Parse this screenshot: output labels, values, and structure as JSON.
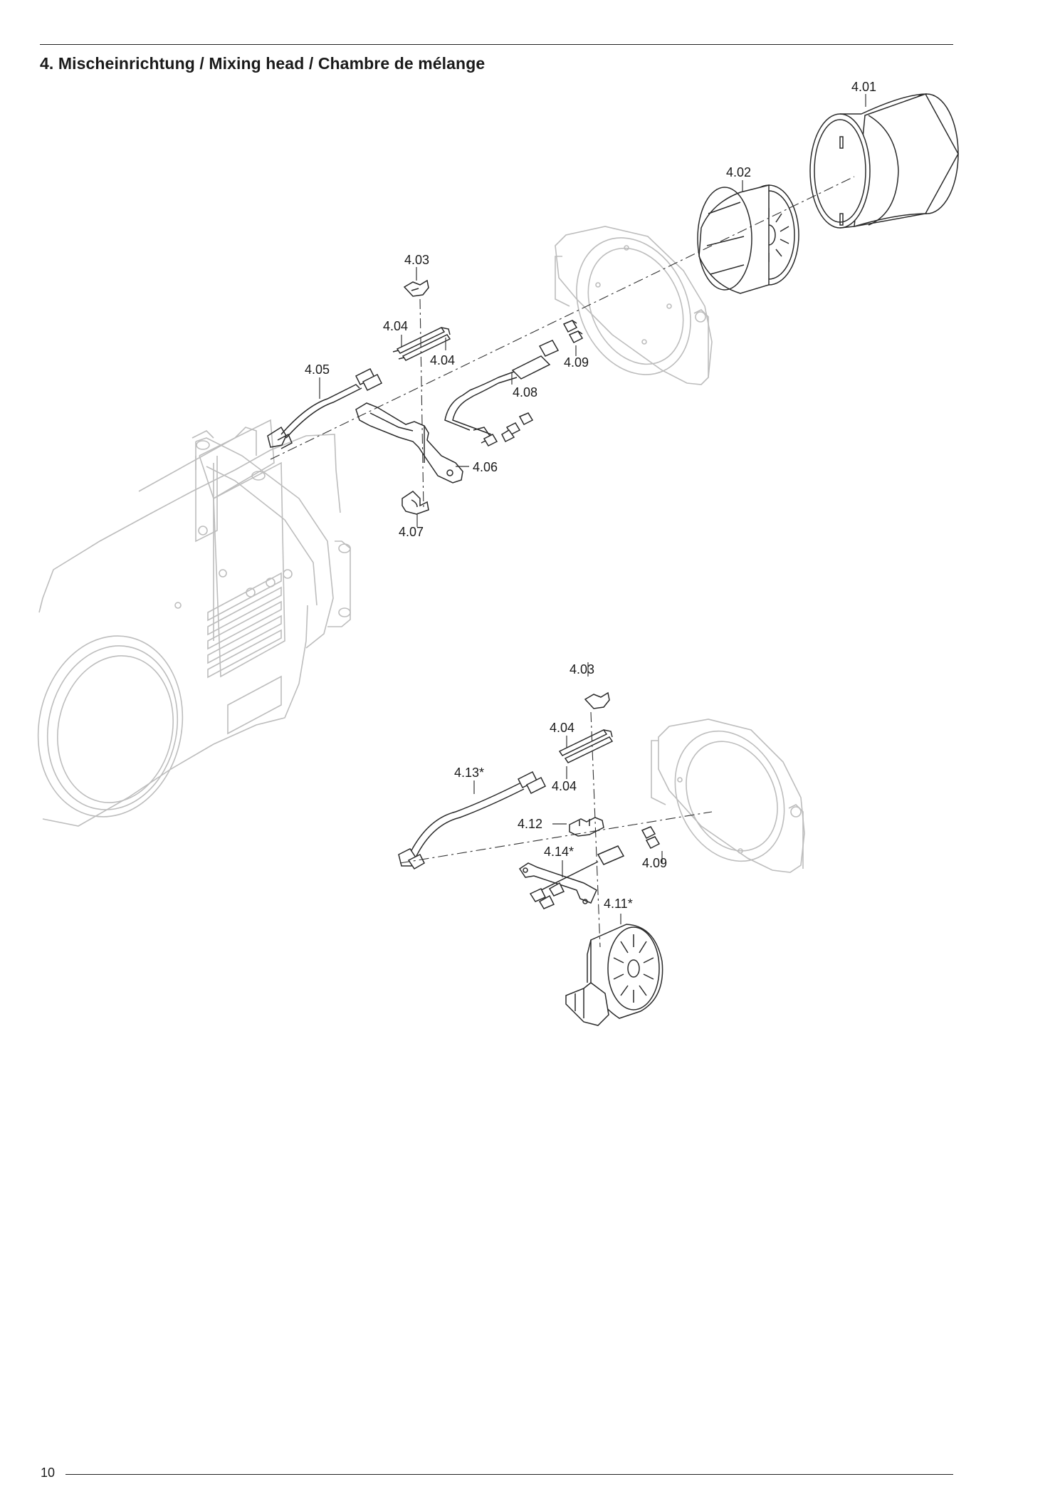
{
  "page": {
    "title": "4. Mischeinrichtung / Mixing head / Chambre de mélange",
    "page_number": "10"
  },
  "parts": {
    "p401": "4.01",
    "p402": "4.02",
    "p403": "4.03",
    "p404": "4.04",
    "p405": "4.05",
    "p406": "4.06",
    "p407": "4.07",
    "p408": "4.08",
    "p409": "4.09",
    "p411": "4.11*",
    "p412": "4.12",
    "p413": "4.13*",
    "p414": "4.14*"
  },
  "colors": {
    "ink": "#1a1a1a",
    "housing_line": "#bdbdbd",
    "part_line": "#2a2a2a"
  }
}
